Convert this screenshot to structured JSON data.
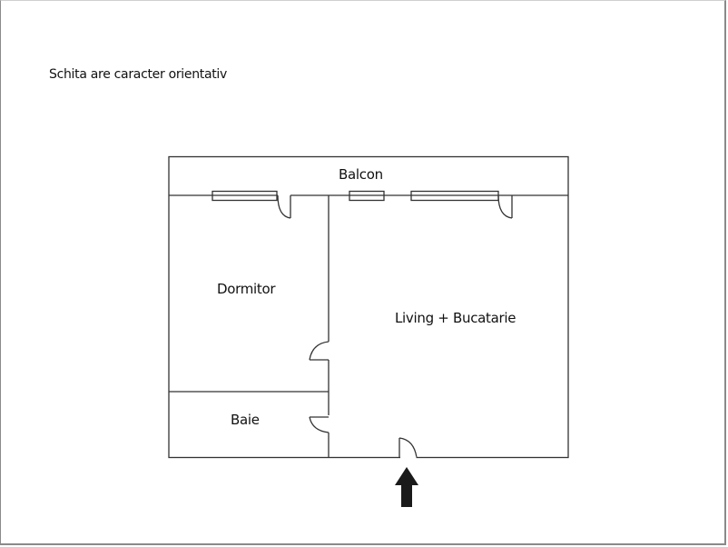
{
  "note": "Schita are caracter orientativ",
  "rooms": [
    {
      "id": "balcon",
      "label": "Balcon"
    },
    {
      "id": "dormitor",
      "label": "Dormitor"
    },
    {
      "id": "living",
      "label": "Living + Bucatarie"
    },
    {
      "id": "baie",
      "label": "Baie"
    }
  ],
  "icons": {
    "entrance": "entrance-arrow-up"
  },
  "colors": {
    "wall": "#333333",
    "border": "#8a8a8a",
    "text": "#111111",
    "arrow": "#1a1a1a"
  }
}
